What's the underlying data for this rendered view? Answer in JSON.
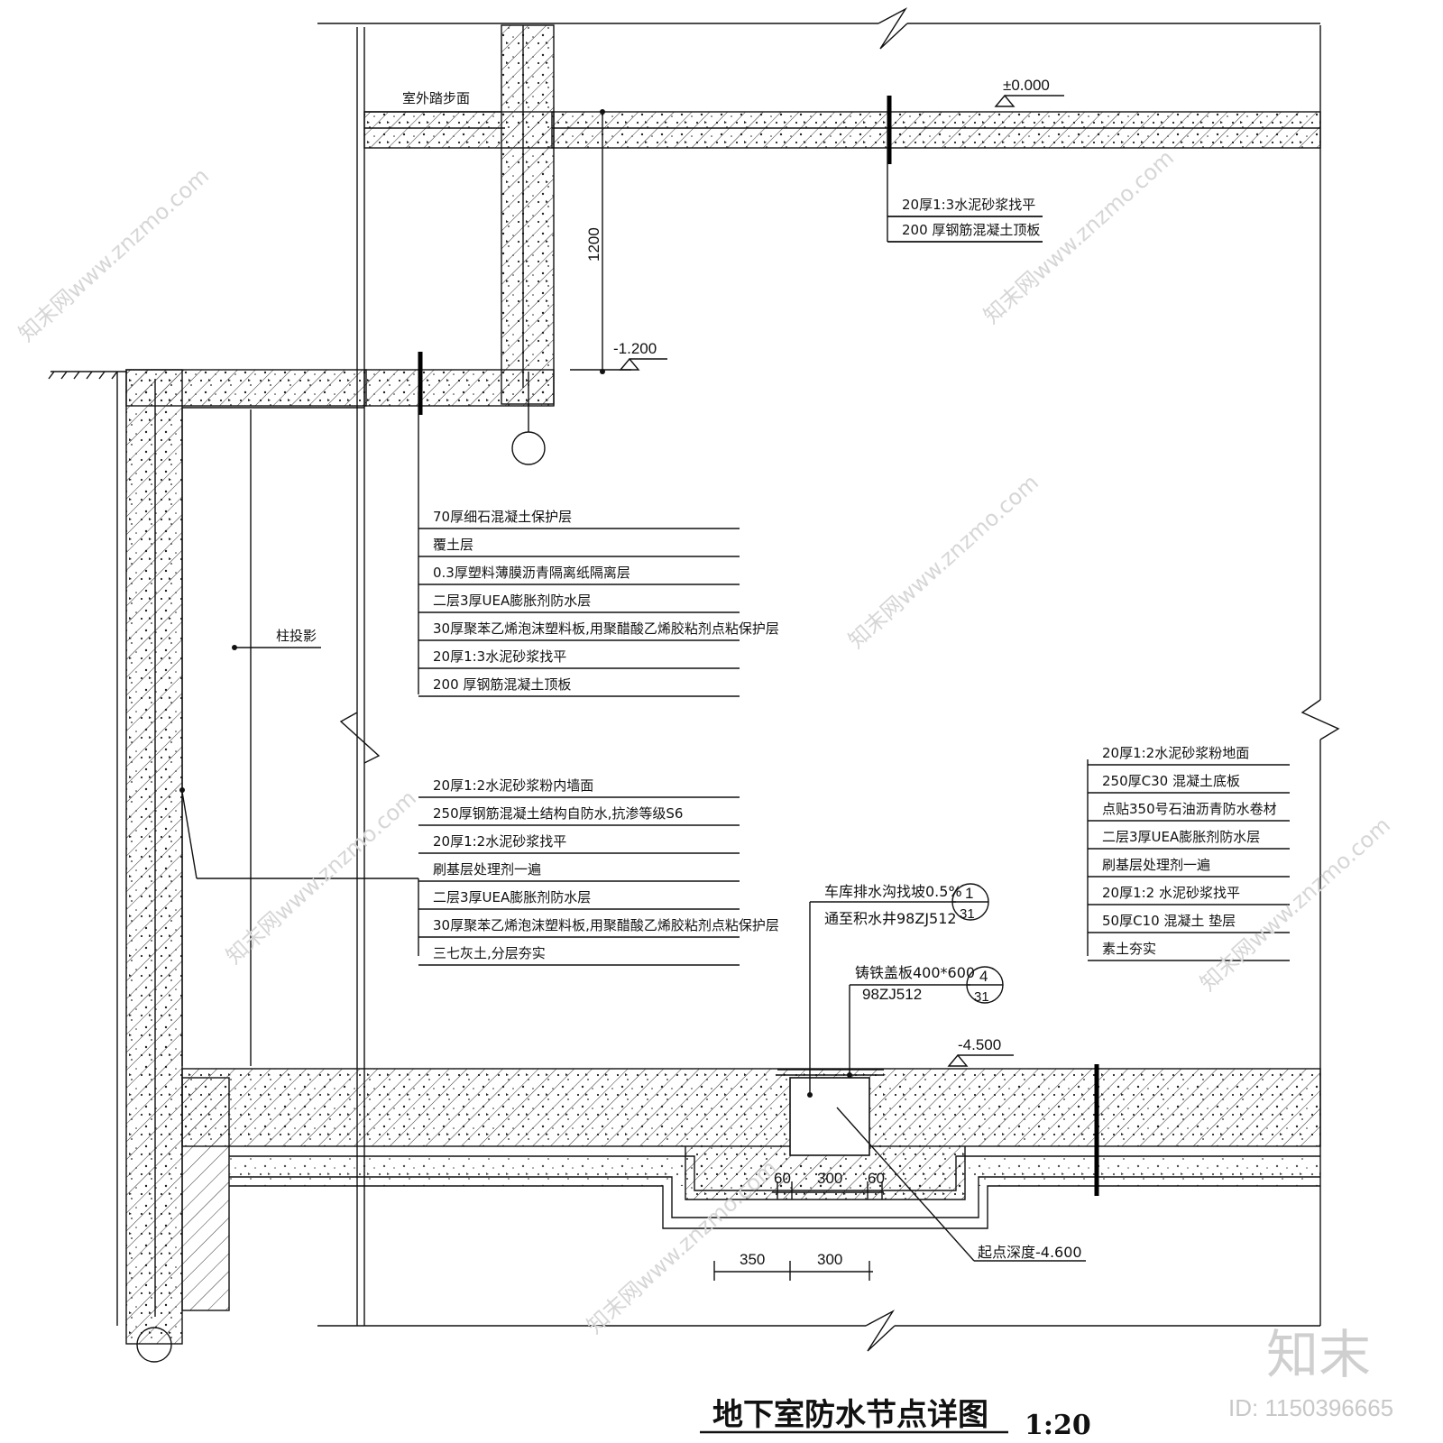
{
  "drawing": {
    "title": "地下室防水节点详图",
    "scale": "1:20"
  },
  "levels": {
    "top": "±0.000",
    "mid": "-1.200",
    "bottom": "-4.500"
  },
  "dims": {
    "height_1200": "1200",
    "d60a": "60",
    "d300a": "300",
    "d60b": "60",
    "d350": "350",
    "d300b": "300"
  },
  "labels": {
    "outdoor_paving": "室外踏步面",
    "column_projection": "柱投影",
    "start_depth": "起点深度-4.600",
    "drain_slope": "车库排水沟找坡0.5%",
    "drain_to_well": "通至积水井98ZJ512",
    "cover_plate": "铸铁盖板400*600",
    "cover_ref": "98ZJ512",
    "ref1_num": "1",
    "ref1_sheet": "31",
    "ref2_num": "4",
    "ref2_sheet": "31"
  },
  "roof_top_layers": [
    "20厚1:3水泥砂浆找平",
    "200 厚钢筋混凝土顶板"
  ],
  "roof_low_layers": [
    "70厚细石混凝土保护层",
    "覆土层",
    "0.3厚塑料薄膜沥青隔离纸隔离层",
    "二层3厚UEA膨胀剂防水层",
    "30厚聚苯乙烯泡沫塑料板,用聚醋酸乙烯胶粘剂点粘保护层",
    "20厚1:3水泥砂浆找平",
    "200 厚钢筋混凝土顶板"
  ],
  "wall_layers": [
    "20厚1:2水泥砂浆粉内墙面",
    "250厚钢筋混凝土结构自防水,抗渗等级S6",
    "20厚1:2水泥砂浆找平",
    "刷基层处理剂一遍",
    "二层3厚UEA膨胀剂防水层",
    "30厚聚苯乙烯泡沫塑料板,用聚醋酸乙烯胶粘剂点粘保护层",
    "三七灰土,分层夯实"
  ],
  "floor_layers": [
    "20厚1:2水泥砂浆粉地面",
    "250厚C30 混凝土底板",
    "点贴350号石油沥青防水卷材",
    "二层3厚UEA膨胀剂防水层",
    "刷基层处理剂一遍",
    "20厚1:2 水泥砂浆找平",
    "50厚C10 混凝土 垫层",
    "素土夯实"
  ],
  "watermark": {
    "brand": "知末",
    "id": "ID: 1150396665",
    "site": "知末网www.znzmo.com"
  },
  "colors": {
    "line": "#111111",
    "watermark": "#d0d0d0"
  }
}
